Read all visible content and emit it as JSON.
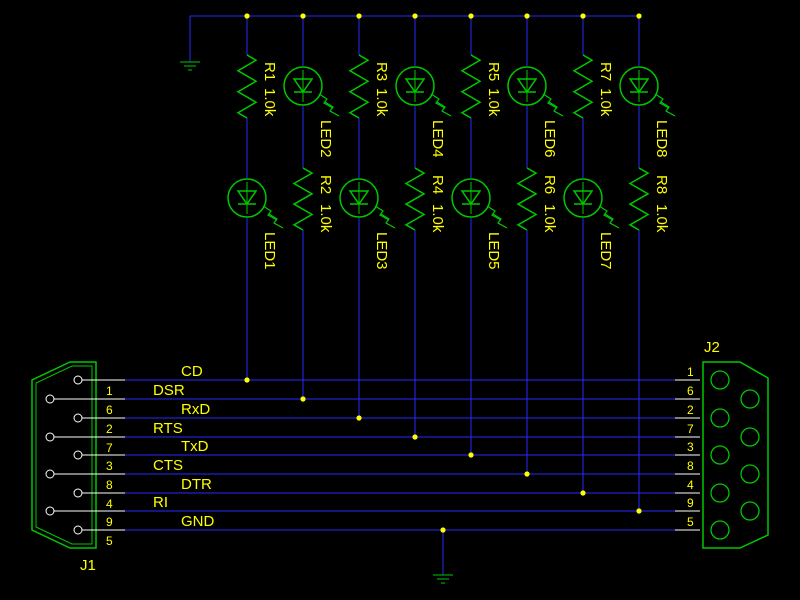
{
  "colors": {
    "background": "#000000",
    "wire": "#2a2aff",
    "component": "#00c800",
    "label": "#ffff00",
    "junction": "#ffff00"
  },
  "top_row": [
    {
      "ref": "R1",
      "value": "1.0k"
    },
    {
      "ref": "LED2"
    },
    {
      "ref": "R3",
      "value": "1.0k"
    },
    {
      "ref": "LED4"
    },
    {
      "ref": "R5",
      "value": "1.0k"
    },
    {
      "ref": "LED6"
    },
    {
      "ref": "R7",
      "value": "1.0k"
    },
    {
      "ref": "LED8"
    }
  ],
  "bottom_row": [
    {
      "ref": "LED1"
    },
    {
      "ref": "R2",
      "value": "1.0k"
    },
    {
      "ref": "LED3"
    },
    {
      "ref": "R4",
      "value": "1.0k"
    },
    {
      "ref": "LED5"
    },
    {
      "ref": "R6",
      "value": "1.0k"
    },
    {
      "ref": "LED7"
    },
    {
      "ref": "R8",
      "value": "1.0k"
    }
  ],
  "connectors": {
    "left": {
      "ref": "J1",
      "pins": [
        {
          "pin": "1",
          "signal": "CD"
        },
        {
          "pin": "6",
          "signal": "DSR"
        },
        {
          "pin": "2",
          "signal": "RxD"
        },
        {
          "pin": "7",
          "signal": "RTS"
        },
        {
          "pin": "3",
          "signal": "TxD"
        },
        {
          "pin": "8",
          "signal": "CTS"
        },
        {
          "pin": "4",
          "signal": "DTR"
        },
        {
          "pin": "9",
          "signal": "RI"
        },
        {
          "pin": "5",
          "signal": "GND"
        }
      ]
    },
    "right": {
      "ref": "J2",
      "pins": [
        "1",
        "6",
        "2",
        "7",
        "3",
        "8",
        "4",
        "9",
        "5"
      ]
    }
  }
}
